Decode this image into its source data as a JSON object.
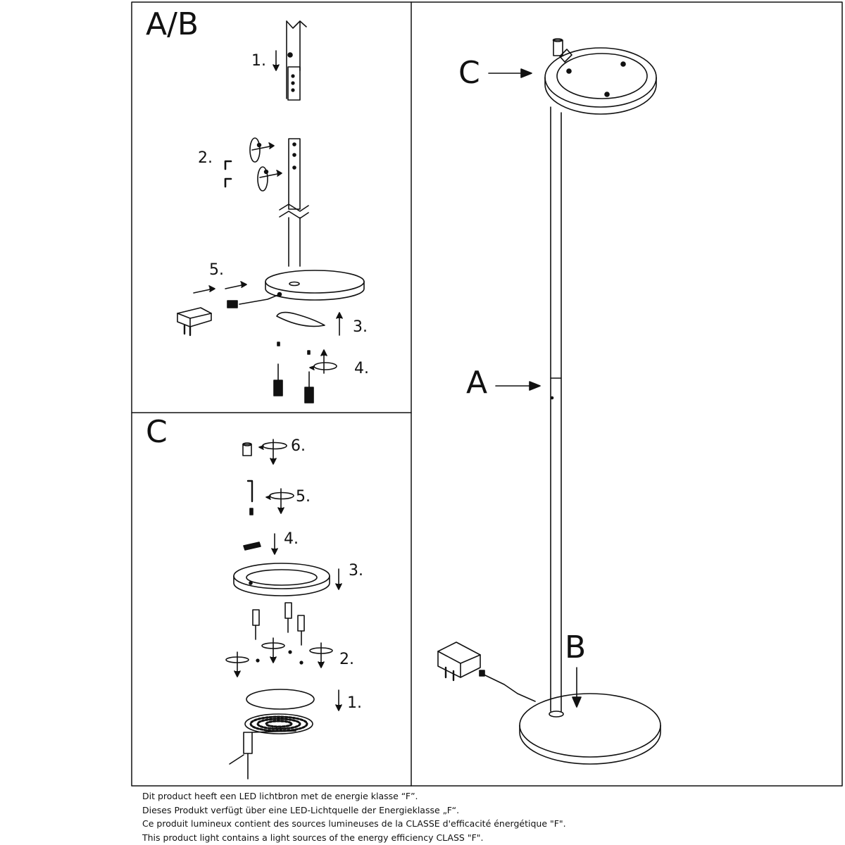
{
  "panels": {
    "ab": {
      "label": "A/B",
      "steps": [
        "1.",
        "2.",
        "3.",
        "4.",
        "5."
      ]
    },
    "c": {
      "label": "C",
      "steps": [
        "1.",
        "2.",
        "3.",
        "4.",
        "5.",
        "6."
      ]
    },
    "overview": {
      "callouts": [
        "C",
        "A",
        "B"
      ]
    }
  },
  "notes": [
    "Dit product heeft een LED lichtbron met de energie klasse “F”.",
    "Dieses Produkt verfügt über eine LED-Lichtquelle der Energieklasse „F“.",
    "Ce produit lumineux contient des sources lumineuses de la CLASSE d'efficacité énergétique \"F\".",
    "This product light contains a light sources of the energy efficiency CLASS \"F\"."
  ],
  "colors": {
    "ink": "#111111",
    "paper": "#ffffff"
  }
}
